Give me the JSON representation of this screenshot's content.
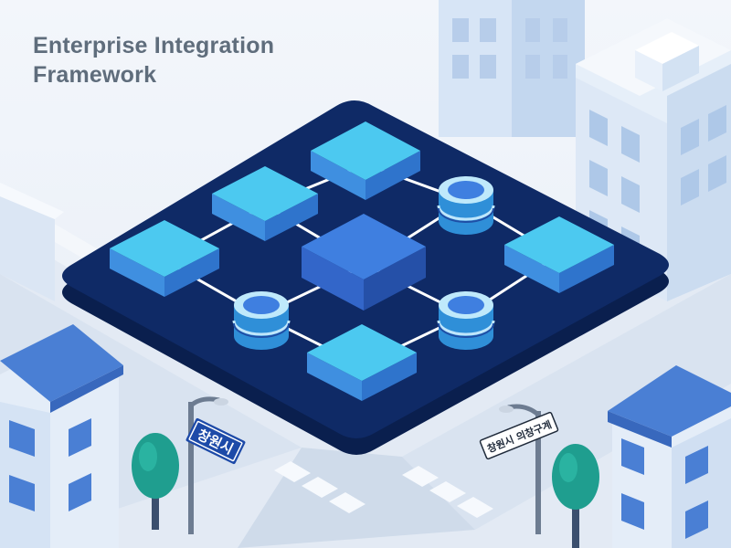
{
  "page": {
    "title_line1": "Enterprise Integration",
    "title_line2": "Framework"
  },
  "signs": {
    "left_sign": "창원시",
    "right_sign": "창원시 의창구계"
  },
  "colors": {
    "background": "#eef2f8",
    "platform": "#0f2a66",
    "module_top": "#4cc9f0",
    "module_side": "#3a8bdc",
    "hub_top": "#3f7fe0",
    "database": "#48b8ee",
    "connector": "#ffffff",
    "building": "#cfe0f5",
    "roof": "#4a7fd4",
    "tree": "#1f9e8f"
  },
  "icons": {
    "module": "cube-icon",
    "hub": "hub-cube-icon",
    "database": "database-icon",
    "building": "building-icon",
    "tree": "tree-icon",
    "streetlight": "streetlight-icon"
  }
}
